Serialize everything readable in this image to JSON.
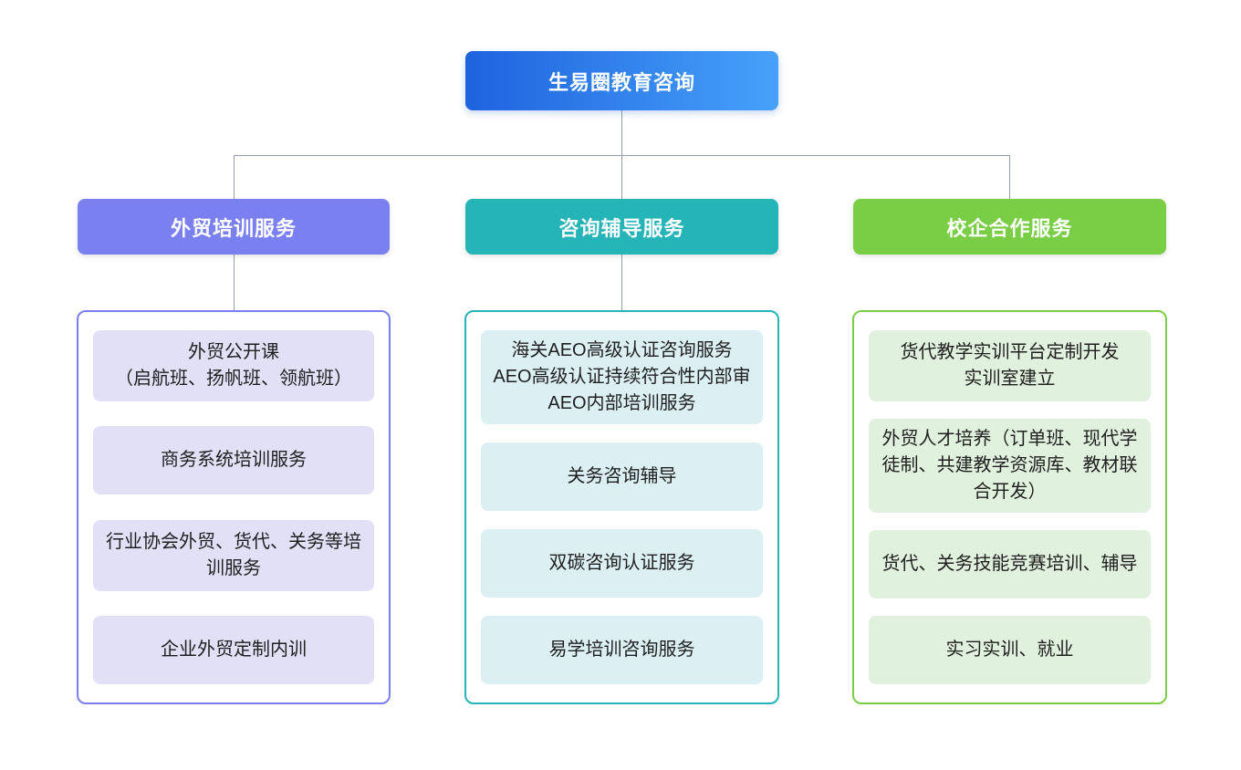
{
  "root": {
    "label": "生易圈教育咨询",
    "gradient_from": "#1E63DE",
    "gradient_to": "#47A1FA",
    "text_color": "#FFFFFF"
  },
  "connector_color": "#93A0AC",
  "branches": [
    {
      "label": "外贸培训服务",
      "header_color": "#7B80F0",
      "border_color": "#7B80F0",
      "item_background": "#E2E0F7",
      "items": [
        {
          "lines": [
            "外贸公开课",
            "（启航班、扬帆班、领航班）"
          ]
        },
        {
          "lines": [
            "商务系统培训服务"
          ]
        },
        {
          "lines": [
            "行业协会外贸、货代、关务等培训服务"
          ]
        },
        {
          "lines": [
            "企业外贸定制内训"
          ]
        }
      ]
    },
    {
      "label": "咨询辅导服务",
      "header_color": "#25B4B8",
      "border_color": "#25B4B8",
      "item_background": "#DCF0F3",
      "items": [
        {
          "lines": [
            "海关AEO高级认证咨询服务",
            "AEO高级认证持续符合性内部审",
            "AEO内部培训服务"
          ]
        },
        {
          "lines": [
            "关务咨询辅导"
          ]
        },
        {
          "lines": [
            "双碳咨询认证服务"
          ]
        },
        {
          "lines": [
            "易学培训咨询服务"
          ]
        }
      ]
    },
    {
      "label": "校企合作服务",
      "header_color": "#79CE45",
      "border_color": "#79CE45",
      "item_background": "#E0F1DD",
      "items": [
        {
          "lines": [
            "货代教学实训平台定制开发",
            "实训室建立"
          ]
        },
        {
          "lines": [
            "外贸人才培养（订单班、现代学徒制、共建教学资源库、教材联合开发）"
          ]
        },
        {
          "lines": [
            "货代、关务技能竞赛培训、辅导"
          ]
        },
        {
          "lines": [
            "实习实训、就业"
          ]
        }
      ]
    }
  ]
}
